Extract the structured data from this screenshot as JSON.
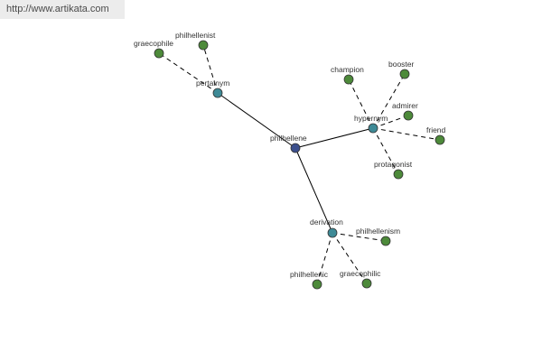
{
  "source_url": "http://www.artikata.com",
  "colors": {
    "root": "#3c4f8c",
    "relation": "#3e8a96",
    "leaf": "#4d8a3a",
    "edge": "#000000"
  },
  "graph": {
    "root": "philhellene",
    "relations": [
      {
        "label": "pertainym",
        "children": [
          "graecophile",
          "philhellenist"
        ]
      },
      {
        "label": "hypernym",
        "children": [
          "champion",
          "booster",
          "admirer",
          "friend",
          "protagonist"
        ]
      },
      {
        "label": "derivation",
        "children": [
          "philhellenism",
          "philhellenic",
          "graecophilic"
        ]
      }
    ]
  }
}
